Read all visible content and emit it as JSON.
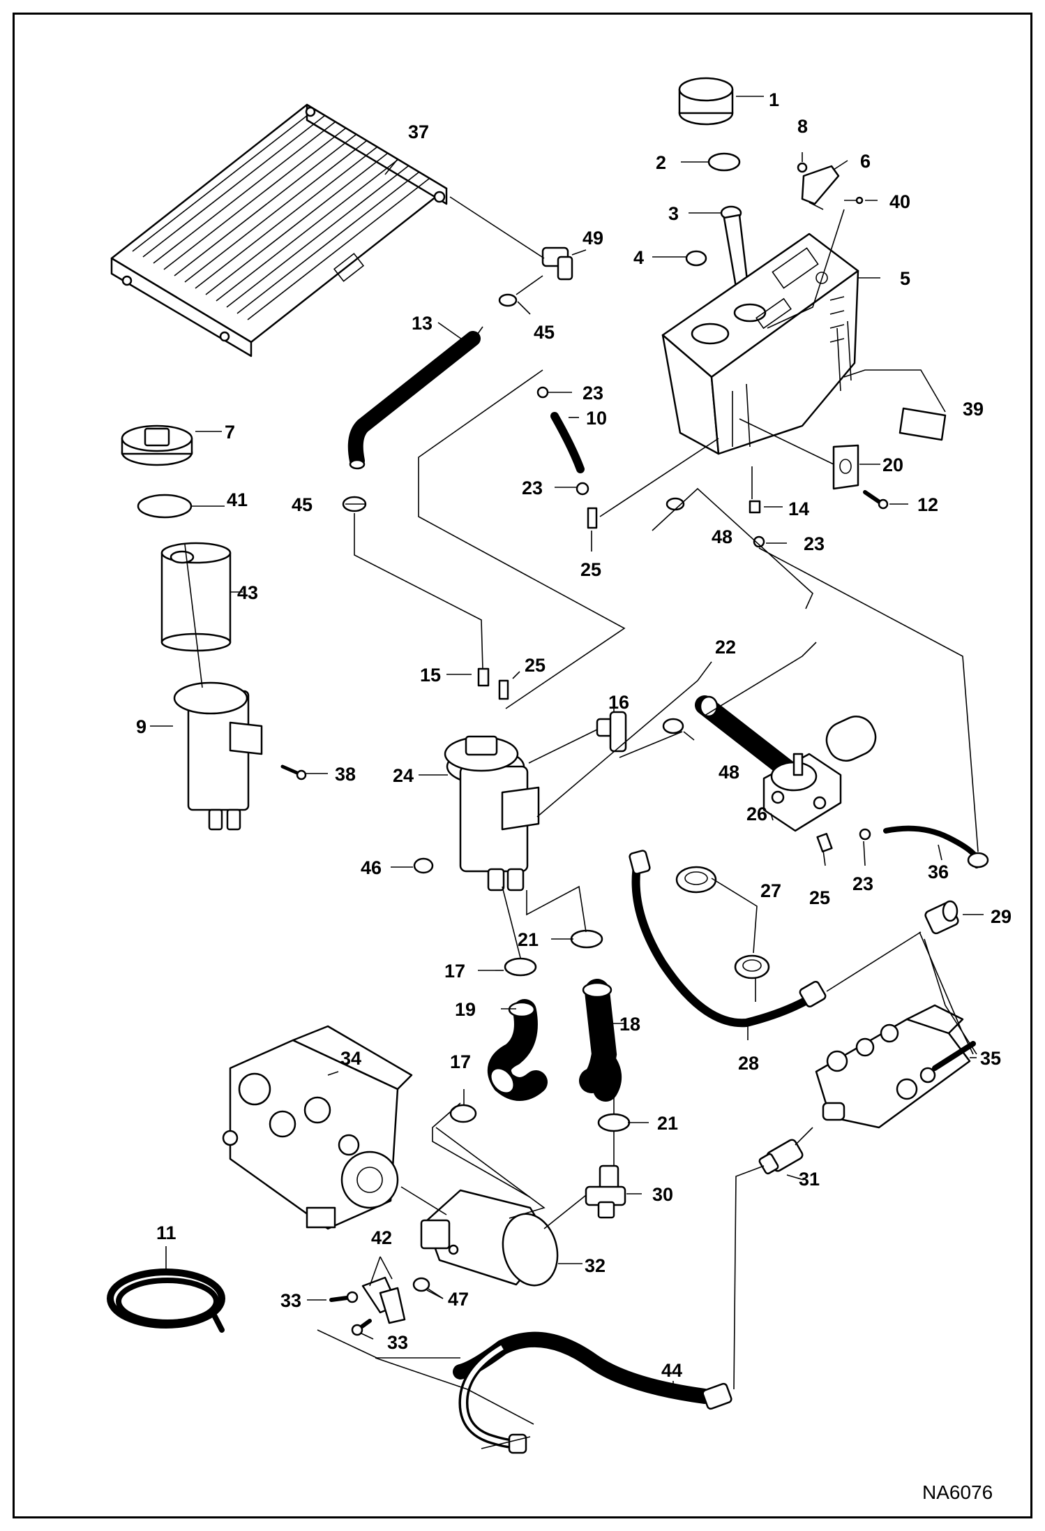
{
  "figure_ref": "NA6076",
  "callouts": [
    {
      "id": "c1",
      "label": "1"
    },
    {
      "id": "c2",
      "label": "2"
    },
    {
      "id": "c3",
      "label": "3"
    },
    {
      "id": "c4",
      "label": "4"
    },
    {
      "id": "c5",
      "label": "5"
    },
    {
      "id": "c6",
      "label": "6"
    },
    {
      "id": "c7",
      "label": "7"
    },
    {
      "id": "c8",
      "label": "8"
    },
    {
      "id": "c9",
      "label": "9"
    },
    {
      "id": "c10",
      "label": "10"
    },
    {
      "id": "c11",
      "label": "11"
    },
    {
      "id": "c12",
      "label": "12"
    },
    {
      "id": "c13",
      "label": "13"
    },
    {
      "id": "c14",
      "label": "14"
    },
    {
      "id": "c15",
      "label": "15"
    },
    {
      "id": "c16",
      "label": "16"
    },
    {
      "id": "c17a",
      "label": "17"
    },
    {
      "id": "c17b",
      "label": "17"
    },
    {
      "id": "c18",
      "label": "18"
    },
    {
      "id": "c19",
      "label": "19"
    },
    {
      "id": "c20",
      "label": "20"
    },
    {
      "id": "c21a",
      "label": "21"
    },
    {
      "id": "c21b",
      "label": "21"
    },
    {
      "id": "c22",
      "label": "22"
    },
    {
      "id": "c23a",
      "label": "23"
    },
    {
      "id": "c23b",
      "label": "23"
    },
    {
      "id": "c23c",
      "label": "23"
    },
    {
      "id": "c23d",
      "label": "23"
    },
    {
      "id": "c24",
      "label": "24"
    },
    {
      "id": "c25a",
      "label": "25"
    },
    {
      "id": "c25b",
      "label": "25"
    },
    {
      "id": "c25c",
      "label": "25"
    },
    {
      "id": "c26",
      "label": "26"
    },
    {
      "id": "c27",
      "label": "27"
    },
    {
      "id": "c28",
      "label": "28"
    },
    {
      "id": "c29",
      "label": "29"
    },
    {
      "id": "c30",
      "label": "30"
    },
    {
      "id": "c31",
      "label": "31"
    },
    {
      "id": "c32",
      "label": "32"
    },
    {
      "id": "c33a",
      "label": "33"
    },
    {
      "id": "c33b",
      "label": "33"
    },
    {
      "id": "c34",
      "label": "34"
    },
    {
      "id": "c35",
      "label": "35"
    },
    {
      "id": "c36",
      "label": "36"
    },
    {
      "id": "c37",
      "label": "37"
    },
    {
      "id": "c38",
      "label": "38"
    },
    {
      "id": "c39",
      "label": "39"
    },
    {
      "id": "c40",
      "label": "40"
    },
    {
      "id": "c41",
      "label": "41"
    },
    {
      "id": "c42",
      "label": "42"
    },
    {
      "id": "c43",
      "label": "43"
    },
    {
      "id": "c44",
      "label": "44"
    },
    {
      "id": "c45a",
      "label": "45"
    },
    {
      "id": "c45b",
      "label": "45"
    },
    {
      "id": "c46",
      "label": "46"
    },
    {
      "id": "c47",
      "label": "47"
    },
    {
      "id": "c48a",
      "label": "48"
    },
    {
      "id": "c48b",
      "label": "48"
    },
    {
      "id": "c49",
      "label": "49"
    }
  ]
}
